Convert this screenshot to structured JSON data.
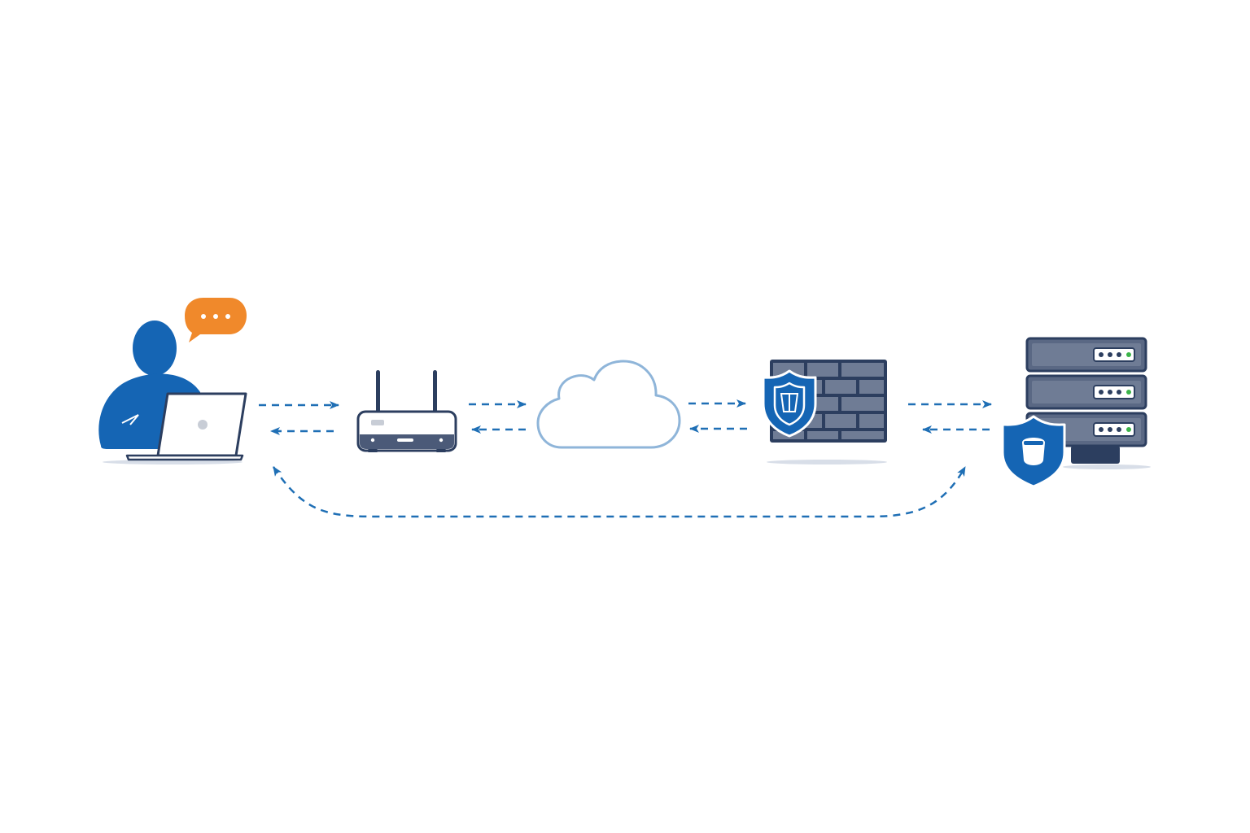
{
  "diagram": {
    "nodes": [
      {
        "id": "user",
        "icon": "user-laptop-icon",
        "extra_icon": "chat-bubble-icon"
      },
      {
        "id": "router",
        "icon": "wifi-router-icon"
      },
      {
        "id": "cloud",
        "icon": "cloud-icon"
      },
      {
        "id": "firewall",
        "icon": "firewall-shield-icon"
      },
      {
        "id": "server",
        "icon": "server-shield-icon"
      }
    ],
    "edges": [
      {
        "from": "user",
        "to": "router",
        "style": "dashed",
        "direction": "both"
      },
      {
        "from": "router",
        "to": "cloud",
        "style": "dashed",
        "direction": "both"
      },
      {
        "from": "cloud",
        "to": "firewall",
        "style": "dashed",
        "direction": "both"
      },
      {
        "from": "firewall",
        "to": "server",
        "style": "dashed",
        "direction": "both"
      },
      {
        "from": "user",
        "to": "server",
        "style": "dashed-curve",
        "direction": "both"
      }
    ],
    "colors": {
      "primary_blue": "#1565b4",
      "arrow_blue": "#1f6fb5",
      "accent_orange": "#f0892b",
      "slate": "#4b5a78",
      "slate_light": "#6f7c95",
      "cloud_outline": "#8fb5d9",
      "status_green": "#3cb44a"
    }
  }
}
